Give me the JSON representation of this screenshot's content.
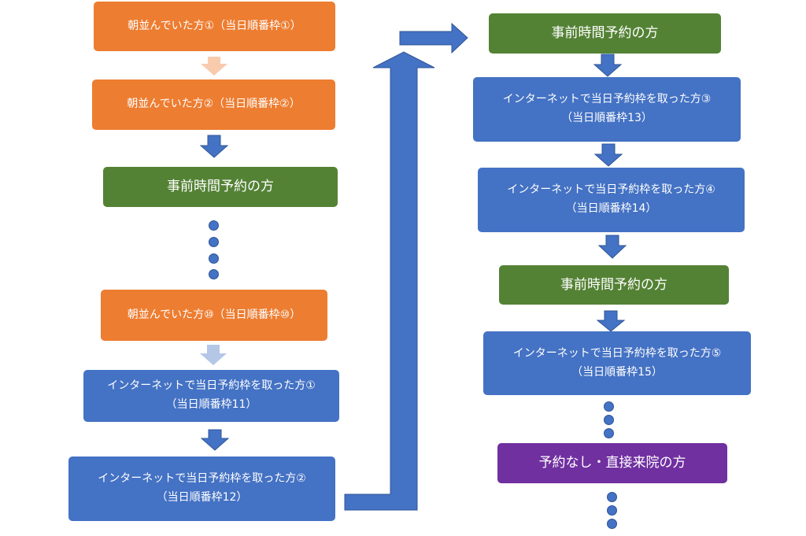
{
  "colors": {
    "orange": "#ed7d31",
    "blue": "#4472c4",
    "green": "#548235",
    "purple": "#7030a0",
    "light_orange_arrow": "#f8cbad",
    "light_blue_arrow": "#b4c7e7"
  },
  "left": {
    "box1": "朝並んでいた方①（当日順番枠①）",
    "box2": "朝並んでいた方②（当日順番枠②）",
    "box3": "事前時間予約の方",
    "box4": "朝並んでいた方⑩（当日順番枠⑩）",
    "box5": {
      "line1": "インターネットで当日予約枠を取った方①",
      "line2": "（当日順番枠11）"
    },
    "box6": {
      "line1": "インターネットで当日予約枠を取った方②",
      "line2": "（当日順番枠12）"
    }
  },
  "right": {
    "box1": "事前時間予約の方",
    "box2": {
      "line1": "インターネットで当日予約枠を取った方③",
      "line2": "（当日順番枠13）"
    },
    "box3": {
      "line1": "インターネットで当日予約枠を取った方④",
      "line2": "（当日順番枠14）"
    },
    "box4": "事前時間予約の方",
    "box5": {
      "line1": "インターネットで当日予約枠を取った方⑤",
      "line2": "（当日順番枠15）"
    },
    "box6": "予約なし・直接来院の方"
  }
}
